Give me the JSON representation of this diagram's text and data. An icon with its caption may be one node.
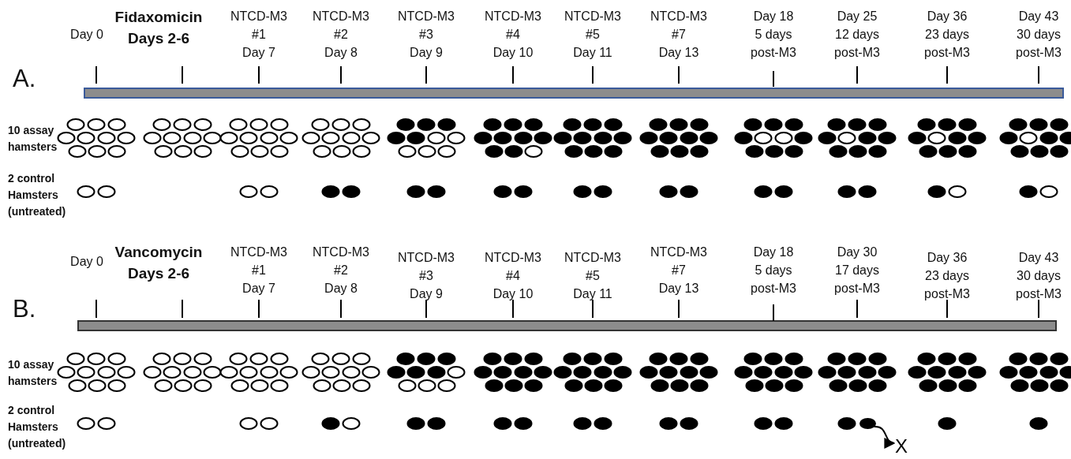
{
  "diagram": {
    "nodes": [
      {
        "text": [],
        "shape": "circle"
      },
      {
        "text": [
          "X"
        ]
      }
    ],
    "edges": [
      {
        "from": 0,
        "to": 1,
        "arrow": "to"
      }
    ],
    "labels": [
      "Day 0",
      "Fidaxomicin Days 2-6",
      "NTCD-M3 #1 Day 7",
      "NTCD-M3 #2 Day 8",
      "NTCD-M3 #3 Day 9",
      "NTCD-M3 #4 Day 10",
      "NTCD-M3 #5 Day 11",
      "NTCD-M3 #7 Day 13",
      "Day 18 5 days post-M3",
      "Day 25 12 days post-M3",
      "Day 36 23 days post-M3",
      "Day 43 30 days post-M3",
      "A.",
      "10 assay hamsters",
      "2 control Hamsters (untreated)",
      "Day 0",
      "Vancomycin Days 2-6",
      "NTCD-M3 #1 Day 7",
      "NTCD-M3 #2 Day 8",
      "NTCD-M3 #3 Day 9",
      "NTCD-M3 #4 Day 10",
      "NTCD-M3 #5 Day 11",
      "NTCD-M3 #7 Day 13",
      "Day 18 5 days post-M3",
      "Day 30 17 days post-M3",
      "Day 36 23 days post-M3",
      "Day 43 30 days post-M3",
      "B.",
      "10 assay hamsters",
      "2 control Hamsters (untreated)"
    ]
  }
}
